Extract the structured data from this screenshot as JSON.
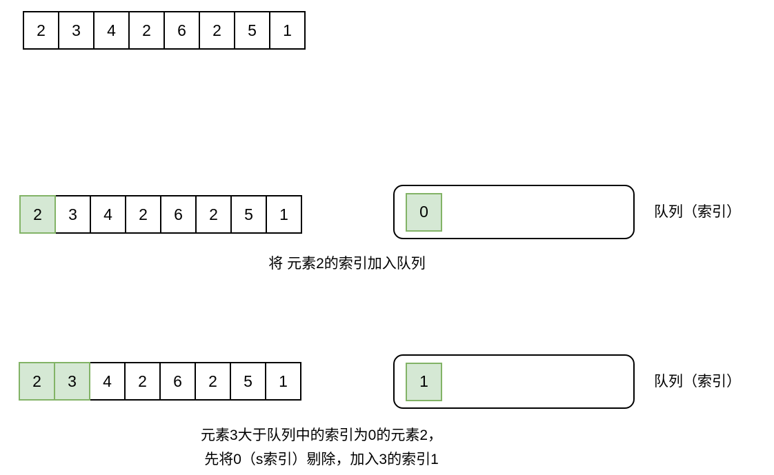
{
  "colors": {
    "highlight_fill": "#d5e8d4",
    "highlight_border": "#82b366",
    "cell_border": "#000000"
  },
  "initial_array": {
    "values": [
      "2",
      "3",
      "4",
      "2",
      "6",
      "2",
      "5",
      "1"
    ],
    "highlighted": 0
  },
  "steps": [
    {
      "array": {
        "values": [
          "2",
          "3",
          "4",
          "2",
          "6",
          "2",
          "5",
          "1"
        ],
        "highlighted": 1
      },
      "queue": {
        "values": [
          "0"
        ],
        "highlighted": 1
      },
      "queue_label": "队列（索引）",
      "caption_lines": [
        "将 元素2的索引加入队列"
      ]
    },
    {
      "array": {
        "values": [
          "2",
          "3",
          "4",
          "2",
          "6",
          "2",
          "5",
          "1"
        ],
        "highlighted": 2
      },
      "queue": {
        "values": [
          "1"
        ],
        "highlighted": 1
      },
      "queue_label": "队列（索引）",
      "caption_lines": [
        "元素3大于队列中的索引为0的元素2，",
        "先将0（s索引）剔除，加入3的索引1"
      ]
    }
  ]
}
